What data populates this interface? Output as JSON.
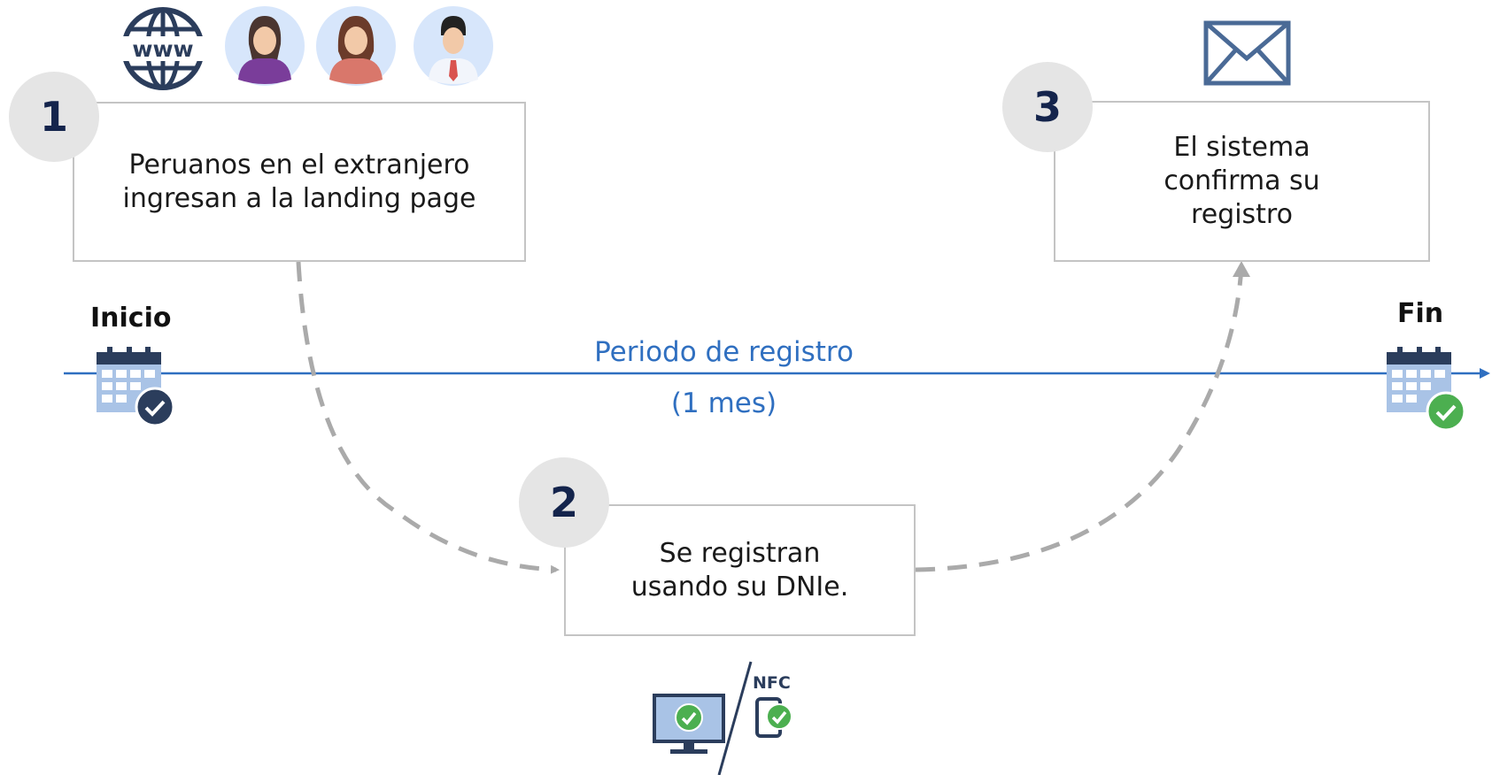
{
  "steps": [
    {
      "number": "1",
      "lines": [
        "Peruanos en el extranjero",
        "ingresan a la landing page"
      ]
    },
    {
      "number": "2",
      "lines": [
        "Se registran",
        "usando su DNIe."
      ]
    },
    {
      "number": "3",
      "lines": [
        "El sistema",
        "confirma su",
        "registro"
      ]
    }
  ],
  "timeline": {
    "start_label": "Inicio",
    "end_label": "Fin",
    "period_label": "Periodo de registro",
    "duration_label": "(1 mes)"
  },
  "icons": {
    "web": "www-globe-icon",
    "email": "envelope-icon",
    "nfc_label": "NFC"
  },
  "colors": {
    "navy": "#2b3d5c",
    "timeline_blue": "#2f6fc0",
    "check_green": "#4caf50",
    "badge_gray": "#e5e5e5"
  }
}
